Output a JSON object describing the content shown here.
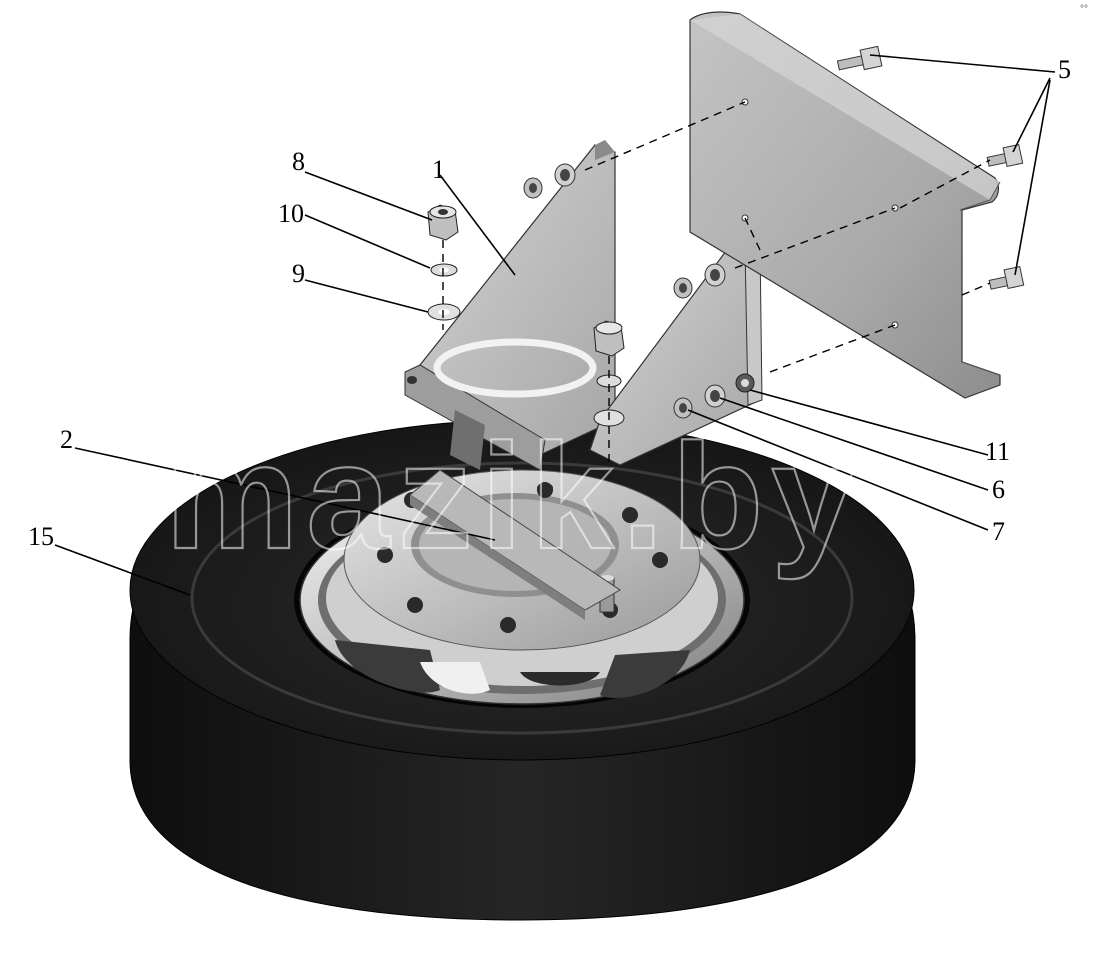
{
  "watermark": "mazik.by",
  "corner_mark": "°°",
  "callouts": [
    {
      "id": "1",
      "label": "1"
    },
    {
      "id": "2",
      "label": "2"
    },
    {
      "id": "5",
      "label": "5"
    },
    {
      "id": "6",
      "label": "6"
    },
    {
      "id": "7",
      "label": "7"
    },
    {
      "id": "8",
      "label": "8"
    },
    {
      "id": "9",
      "label": "9"
    },
    {
      "id": "10",
      "label": "10"
    },
    {
      "id": "11",
      "label": "11"
    },
    {
      "id": "15",
      "label": "15"
    }
  ],
  "colors": {
    "tire": "#1c1c1c",
    "metal_light": "#d9d9d9",
    "metal_mid": "#b9b9b9",
    "metal_dark": "#8a8a8a",
    "background": "#ffffff"
  }
}
